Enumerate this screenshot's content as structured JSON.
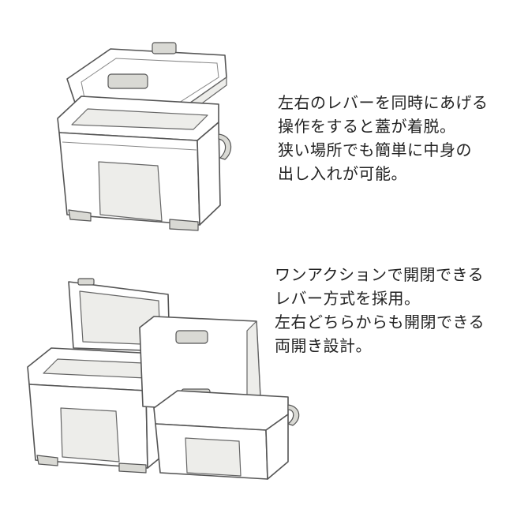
{
  "section_top": {
    "caption_lines": [
      "左右のレバーを同時にあげる",
      "操作をすると蓋が着脱。",
      "狭い場所でも簡単に中身の",
      "出し入れが可能。"
    ]
  },
  "section_bottom": {
    "caption_lines": [
      "ワンアクションで開閉できる",
      "レバー方式を採用。",
      "左右どちらからも開閉できる",
      "両開き設計。"
    ]
  }
}
